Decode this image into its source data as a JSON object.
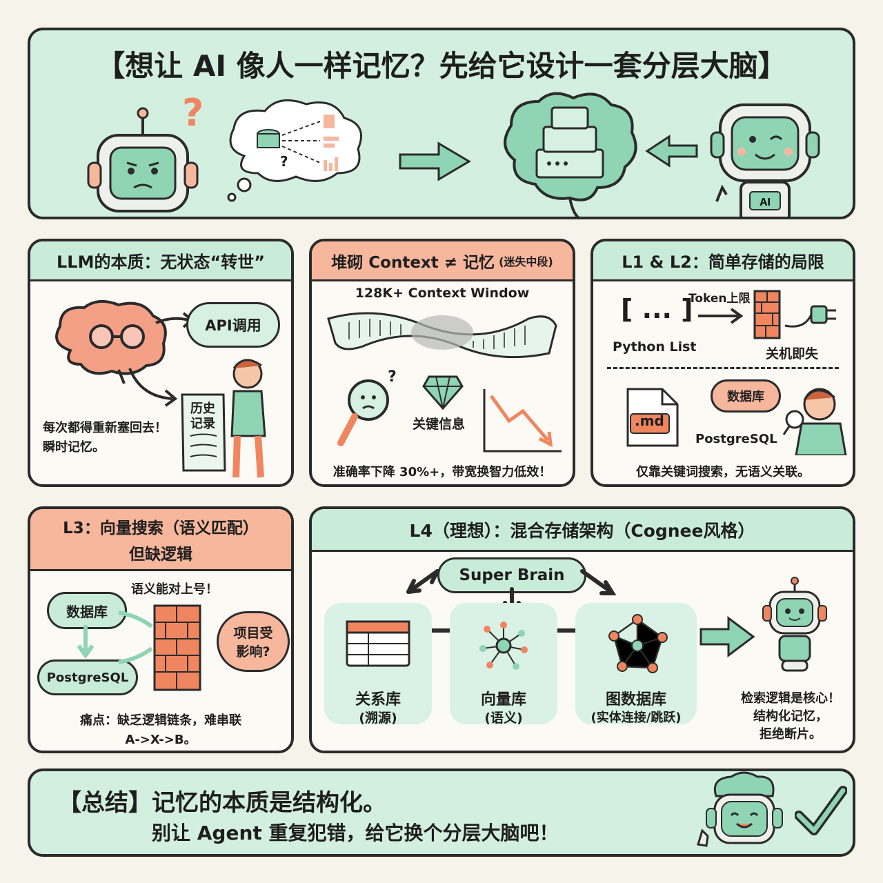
{
  "header": {
    "title": "【想让 AI 像人一样记忆？先给它设计一套分层大脑】",
    "thought_q": "?"
  },
  "p1": {
    "title": "LLM的本质：无状态“转世”",
    "api_cloud": "API调用",
    "caption_line1": "每次都得重新塞回去！",
    "caption_line2": "瞬时记忆。",
    "scroll_text": "历史\n记录"
  },
  "p2": {
    "title": "堆砌 Context ≠ 记忆",
    "title_small": "(迷失中段)",
    "window_label": "128K+ Context Window",
    "key_info": "关键信息",
    "caption": "准确率下降 30%+，带宽换智力低效！"
  },
  "p3": {
    "title": "L1 & L2：简单存储的局限",
    "list_symbol": "[ ... ]",
    "python_list": "Python List",
    "token_limit": "Token上限",
    "power_off": "关机即失",
    "md_label": ".md",
    "db_label": "数据库",
    "pg_label": "PostgreSQL",
    "caption": "仅靠关键词搜索，无语义关联。"
  },
  "p4": {
    "title_line1": "L3：向量搜索（语义匹配）",
    "title_line2": "但缺逻辑",
    "db": "数据库",
    "pg": "PostgreSQL",
    "semantic_ok": "语义能对上号！",
    "question_line1": "项目受",
    "question_line2": "影响?",
    "caption_line1": "痛点：缺乏逻辑链条，难串联",
    "caption_line2": "A->X->B。"
  },
  "p5": {
    "title": "L4（理想）：混合存储架构（Cognee风格）",
    "super_brain": "Super Brain",
    "stores": [
      {
        "name": "关系库",
        "sub": "(溯源)"
      },
      {
        "name": "向量库",
        "sub": "(语义)"
      },
      {
        "name": "图数据库",
        "sub": "(实体连接/跳跃)"
      }
    ],
    "result_line1": "检索逻辑是核心！",
    "result_line2": "结构化记忆，",
    "result_line3": "拒绝断片。"
  },
  "summary": {
    "line1": "【总结】记忆的本质是结构化。",
    "line2": "别让 Agent 重复犯错，给它换个分层大脑吧！"
  },
  "colors": {
    "mint": "#c9ecd9",
    "salmon": "#f6b79d",
    "outline": "#2b2b2b",
    "background": "#f6f3ea"
  },
  "icons": [
    "robot-confused-icon",
    "thought-cloud-icon",
    "arrow-right-icon",
    "brain-server-icon",
    "robot-wink-icon",
    "brain-glasses-icon",
    "person-scroll-icon",
    "scroll-icon",
    "magnifier-icon",
    "diamond-icon",
    "down-trend-icon",
    "brick-wall-icon",
    "plug-icon",
    "md-file-icon",
    "person-magnifier-icon",
    "table-icon",
    "vector-node-icon",
    "graph-icon",
    "robot-icon",
    "robot-brain-icon",
    "checkmark-icon"
  ]
}
